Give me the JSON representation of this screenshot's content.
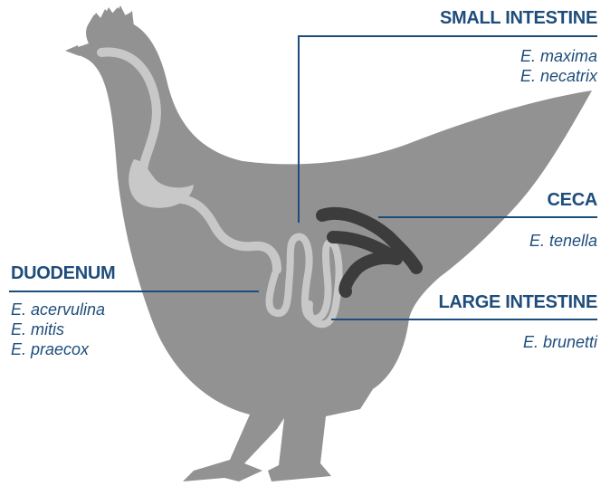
{
  "colors": {
    "label": "#1e4d7b",
    "body": "#929292",
    "intestine": "#c8c8c8",
    "ceca": "#3c3c3c",
    "leader": "#1e4d7b"
  },
  "labels": {
    "small_intestine": {
      "title": "SMALL INTESTINE",
      "species": [
        "E. maxima",
        "E. necatrix"
      ]
    },
    "ceca": {
      "title": "CECA",
      "species": [
        "E. tenella"
      ]
    },
    "large_intestine": {
      "title": "LARGE INTESTINE",
      "species": [
        "E. brunetti"
      ]
    },
    "duodenum": {
      "title": "DUODENUM",
      "species": [
        "E. acervulina",
        "E. mitis",
        "E. praecox"
      ]
    }
  }
}
